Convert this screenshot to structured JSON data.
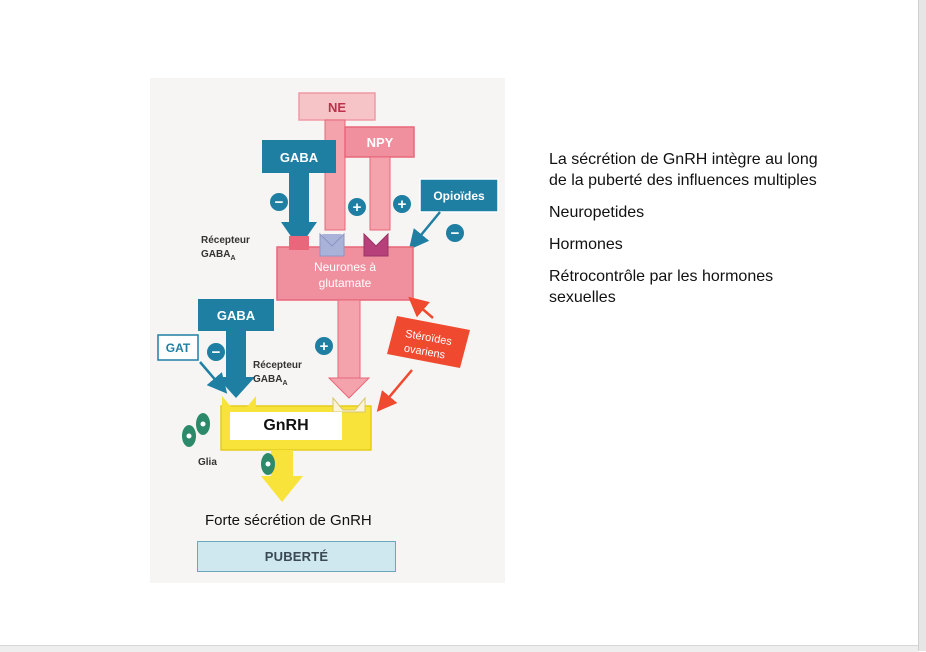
{
  "diagram": {
    "ne": "NE",
    "npy": "NPY",
    "gaba_top": "GABA",
    "gaba_bottom": "GABA",
    "opioides": "Opioïdes",
    "recepteur_top_1": "Récepteur",
    "recepteur_top_2": "GABA",
    "recepteur_top_sub": "A",
    "recepteur_bot_1": "Récepteur",
    "recepteur_bot_2": "GABA",
    "recepteur_bot_sub": "A",
    "neurones_1": "Neurones à",
    "neurones_2": "glutamate",
    "gat": "GAT",
    "steroides_1": "Stéroïdes",
    "steroides_2": "ovariens",
    "glia": "Glia",
    "gnrh": "GnRH",
    "forte": "Forte sécrétion de GnRH",
    "puberte": "PUBERTÉ",
    "minus": "−",
    "plus": "+"
  },
  "side_text": [
    "La sécrétion de GnRH intègre au long de la puberté des influences multiples",
    "Neuropetides",
    "Hormones",
    "Rétrocontrôle par les hormones sexuelles"
  ],
  "colors": {
    "pink": "#f4a3ad",
    "pink_dark": "#e8677a",
    "teal": "#1f7fa3",
    "teal_dark": "#14607e",
    "yellow": "#f8e33a",
    "red": "#ef4a2f",
    "magenta": "#b8407a",
    "lavender": "#a9b3d9"
  }
}
